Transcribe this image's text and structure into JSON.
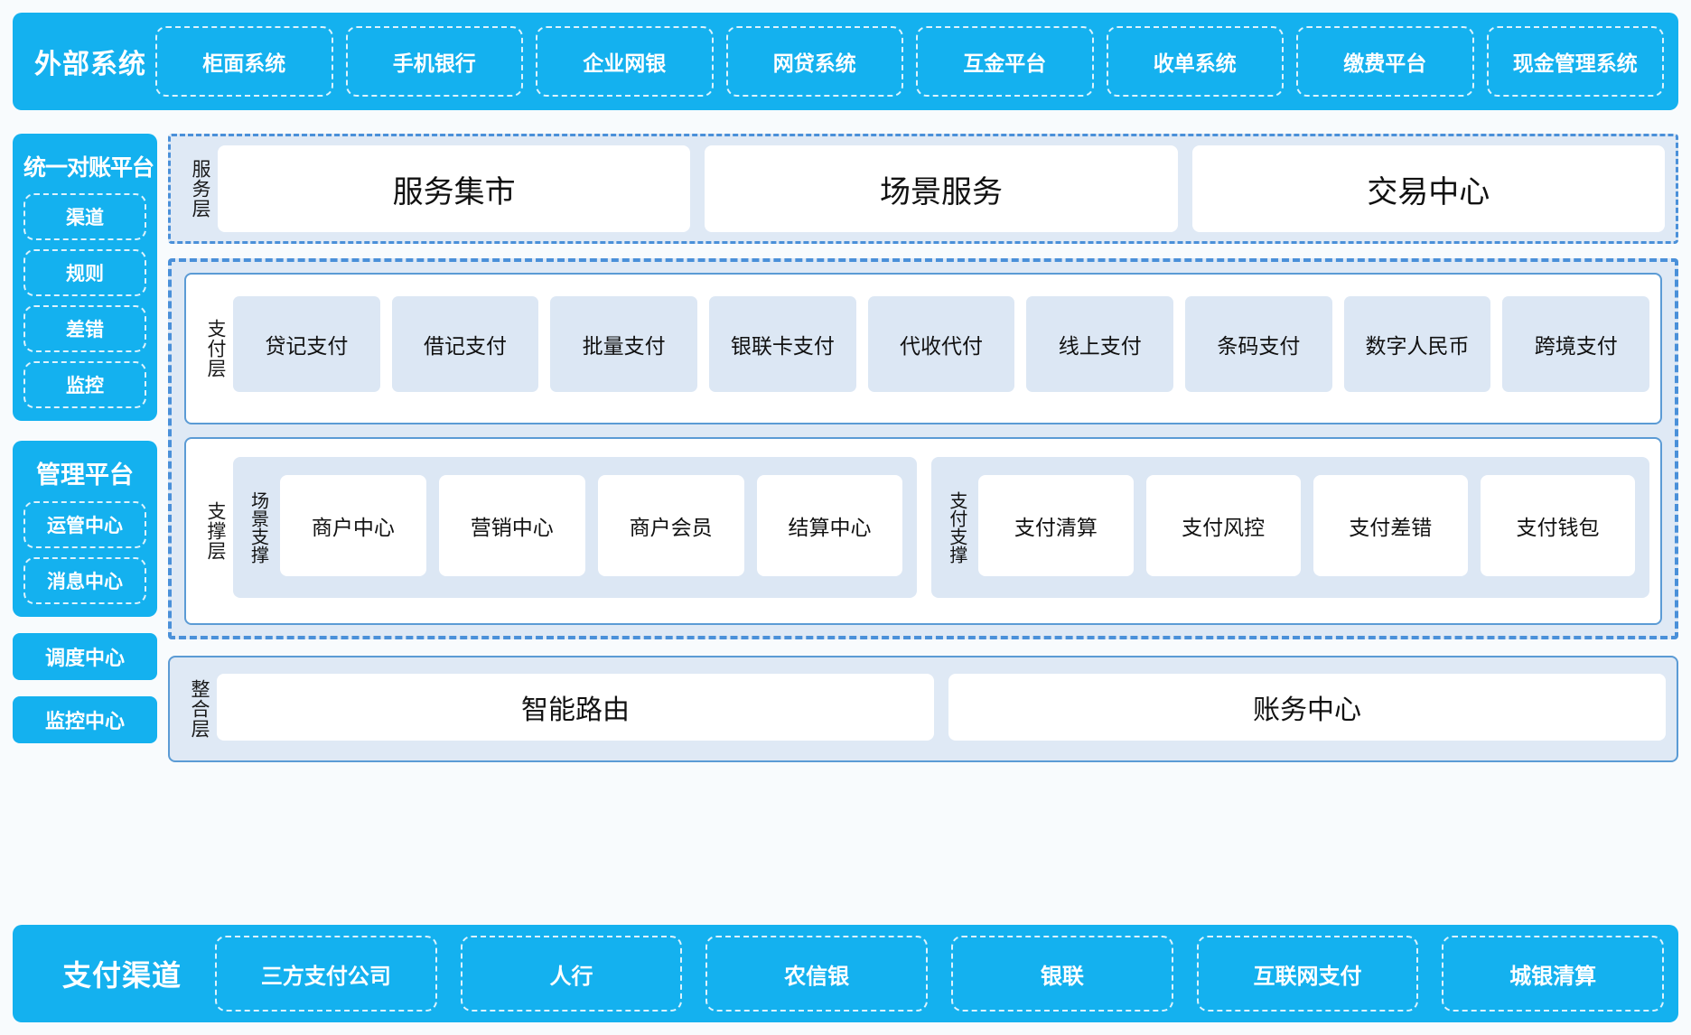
{
  "external": {
    "title": "外部系统",
    "items": [
      "柜面系统",
      "手机银行",
      "企业网银",
      "网贷系统",
      "互金平台",
      "收单系统",
      "缴费平台",
      "现金管理系统"
    ]
  },
  "sidebar": {
    "recon": {
      "title": "统一对账平台",
      "items": [
        "渠道",
        "规则",
        "差错",
        "监控"
      ]
    },
    "mgmt": {
      "title": "管理平台",
      "items": [
        "运管中心",
        "消息中心"
      ]
    },
    "standalone": [
      "调度中心",
      "监控中心"
    ]
  },
  "service_layer": {
    "label": "服务层",
    "items": [
      "服务集市",
      "场景服务",
      "交易中心"
    ]
  },
  "payment_layer": {
    "label": "支付层",
    "items": [
      "贷记支付",
      "借记支付",
      "批量支付",
      "银联卡支付",
      "代收代付",
      "线上支付",
      "条码支付",
      "数字人民币",
      "跨境支付"
    ]
  },
  "support_layer": {
    "label": "支撑层",
    "groups": [
      {
        "label": "场景支撑",
        "items": [
          "商户中心",
          "营销中心",
          "商户会员",
          "结算中心"
        ]
      },
      {
        "label": "支付支撑",
        "items": [
          "支付清算",
          "支付风控",
          "支付差错",
          "支付钱包"
        ]
      }
    ]
  },
  "integration_layer": {
    "label": "整合层",
    "items": [
      "智能路由",
      "账务中心"
    ]
  },
  "channels": {
    "title": "支付渠道",
    "items": [
      "三方支付公司",
      "人行",
      "农信银",
      "银联",
      "互联网支付",
      "城银清算"
    ]
  },
  "colors": {
    "brand_cyan": "#14b1ef",
    "dashed_blue": "#4a90d9",
    "panel_blue": "#dfe9f5",
    "card_blue": "#dce7f4",
    "page_bg": "#f8fbfd"
  }
}
